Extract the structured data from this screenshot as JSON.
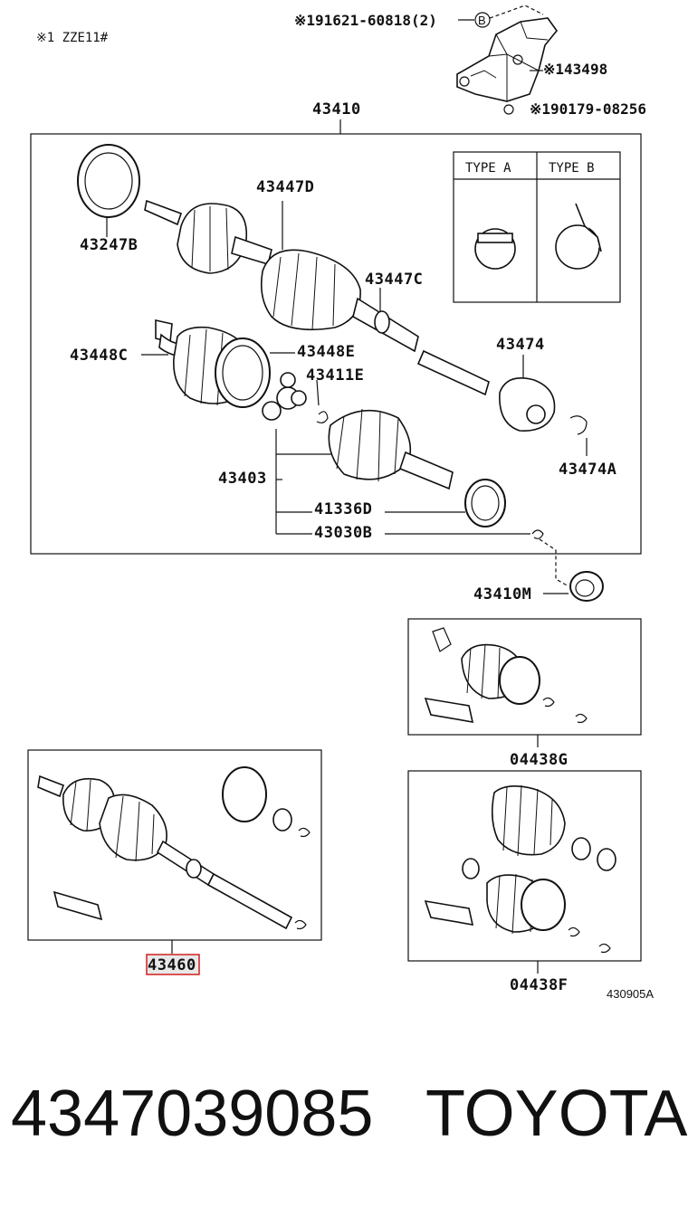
{
  "header": {
    "note_left": "※1 ZZE11#",
    "ref_top": "※191621-60818(2)",
    "circle_b": "B",
    "ref_43498": "※143498",
    "ref_bolt": "※190179-08256"
  },
  "labels": {
    "main_assembly": "43410",
    "boot_seal": "43247B",
    "boot_outer": "43447D",
    "clamp_outer": "43447C",
    "boot_inner_c": "43448C",
    "boot_inner_e": "43448E",
    "joint_inner": "43411E",
    "bearing": "43474",
    "bearing_clip": "43474A",
    "housing": "43403",
    "seal_ring": "41336D",
    "snap_ring": "43030B",
    "dust_seal": "43410M",
    "kit_g": "04438G",
    "kit_f": "04438F",
    "shaft_kit": "43460",
    "drawing_code": "430905A"
  },
  "type_table": {
    "col_a": "TYPE A",
    "col_b": "TYPE B"
  },
  "footer": {
    "part_number": "4347039085",
    "brand": "TOYOTA"
  }
}
